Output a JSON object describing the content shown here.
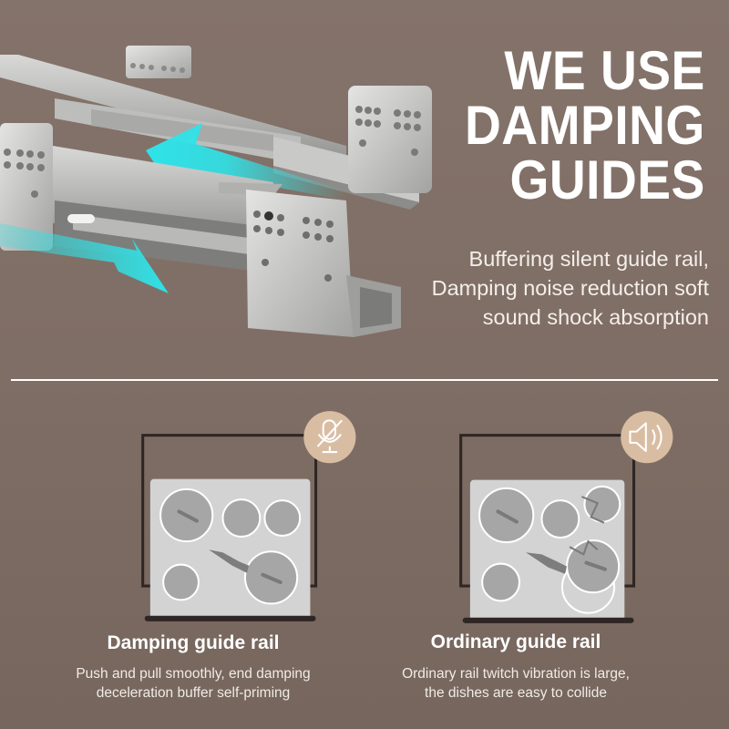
{
  "header": {
    "headline_lines": [
      "WE USE",
      "DAMPING",
      "GUIDES"
    ],
    "subtext_lines": [
      "Buffering silent guide rail,",
      "Damping noise reduction soft",
      "sound shock absorption"
    ]
  },
  "hero": {
    "image_alt": "Two stainless steel drawer slide rails with cyan motion arrows"
  },
  "comparison": [
    {
      "title": "Damping guide rail",
      "description_lines": [
        "Push and pull smoothly, end damping",
        "deceleration buffer self-priming"
      ],
      "icon": "mic-muted-icon"
    },
    {
      "title": "Ordinary guide rail",
      "description_lines": [
        "Ordinary rail twitch vibration is large,",
        "the dishes are easy to collide"
      ],
      "icon": "speaker-sound-icon"
    }
  ],
  "colors": {
    "background": "#7f6e65",
    "accent_arrow": "#2fe3e8",
    "icon_badge": "#d9bda3",
    "text": "#ffffff"
  }
}
